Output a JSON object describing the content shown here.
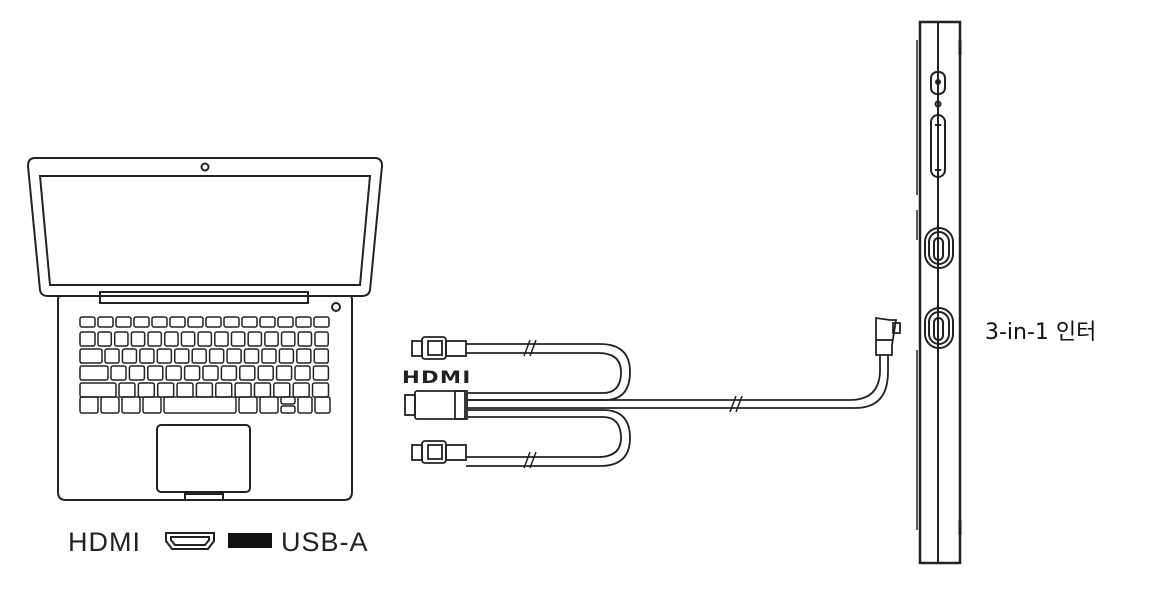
{
  "laptop": {
    "hdmi_label": "HDMI",
    "usb_label": "USB-A"
  },
  "cable": {
    "connector_label": "HDMI"
  },
  "monitor": {
    "port_label": "3-in-1 인터"
  },
  "colors": {
    "line": "#222222",
    "fill": "#ffffff"
  }
}
